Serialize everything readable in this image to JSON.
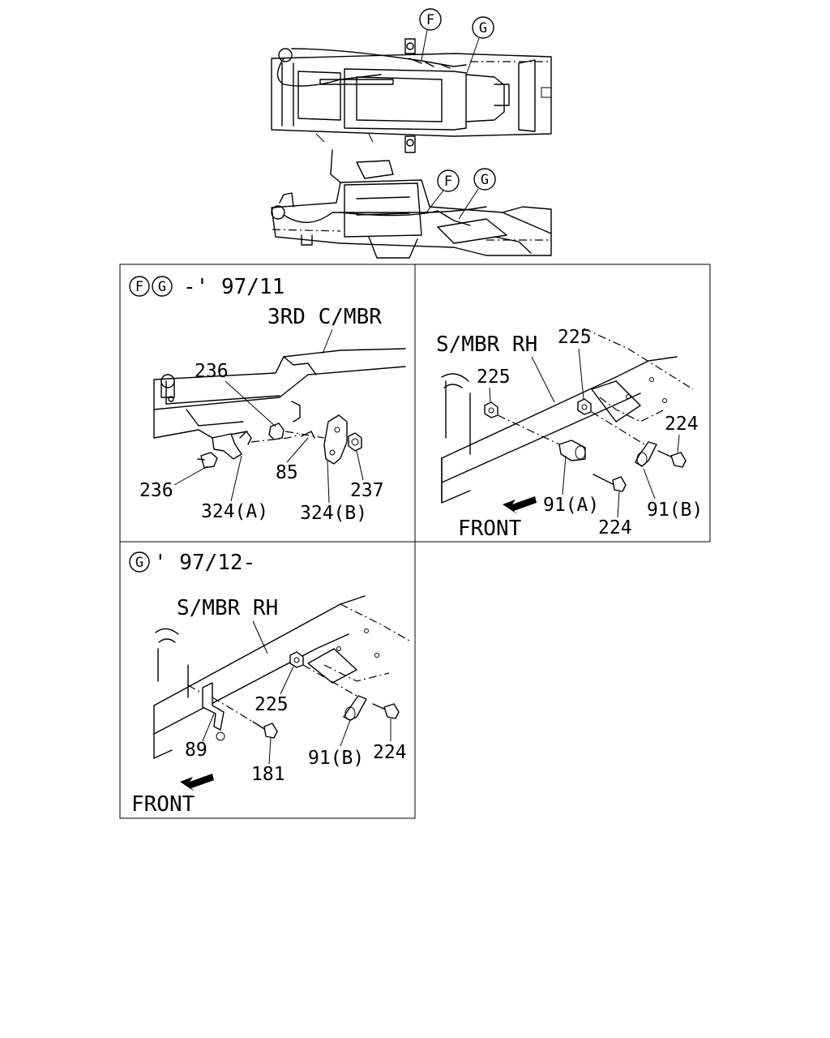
{
  "overview": {
    "callout_f": "F",
    "callout_g": "G"
  },
  "panel1": {
    "heading_f": "F",
    "heading_g": "G",
    "heading_text": "-' 97/11",
    "member": "3RD C/MBR",
    "labels": {
      "a": "236",
      "b": "236",
      "c": "85",
      "d": "237",
      "e": "324(A)",
      "f": "324(B)"
    }
  },
  "panel2": {
    "member": "S/MBR RH",
    "labels": {
      "a": "225",
      "b": "225",
      "c": "224",
      "d": "224",
      "e": "91(A)",
      "f": "91(B)"
    },
    "front": "FRONT"
  },
  "panel3": {
    "heading_g": "G",
    "heading_text": "' 97/12-",
    "member": "S/MBR RH",
    "labels": {
      "a": "225",
      "b": "224",
      "c": "91(B)",
      "d": "89",
      "e": "181"
    },
    "front": "FRONT"
  }
}
